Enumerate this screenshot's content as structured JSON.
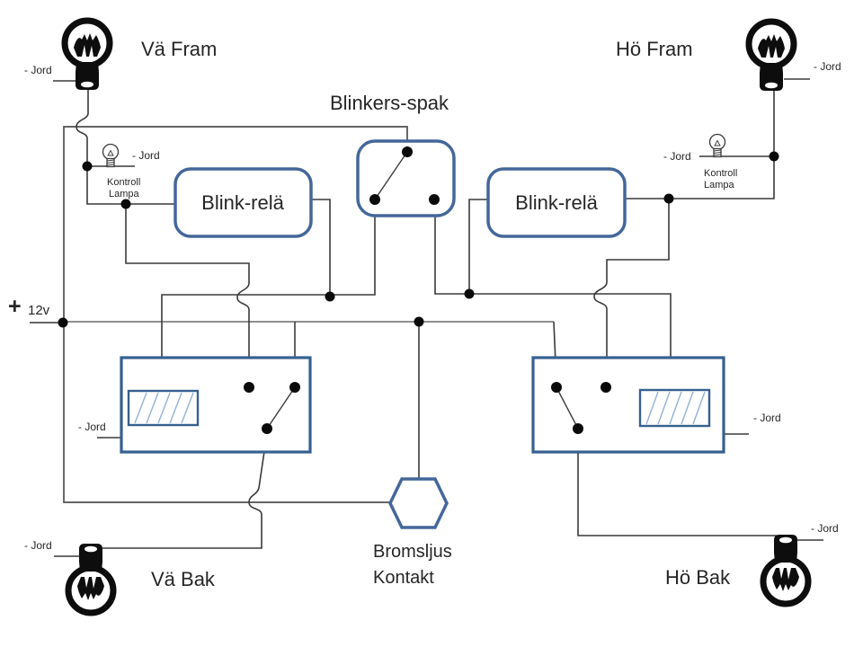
{
  "labels": {
    "va_fram": "Vä Fram",
    "ho_fram": "Hö Fram",
    "va_bak": "Vä Bak",
    "ho_bak": "Hö Bak",
    "blinkers_spak": "Blinkers-spak",
    "blink_rela": "Blink-relä",
    "bromsljus": "Bromsljus",
    "kontakt": "Kontakt",
    "kontroll": "Kontroll",
    "lampa": "Lampa",
    "jord": "- Jord",
    "plus": "+",
    "voltage": "12v"
  },
  "icons": {
    "bulb_large": "light-bulb",
    "bulb_small": "control-lamp-bulb",
    "hexagon": "brake-light-contact-switch"
  },
  "colors": {
    "wire": "#3a3a3a",
    "wire_gray": "#8f8f8f",
    "power_wire": "#4f4f4f",
    "box_border": "#44679a",
    "relay_border": "#36608f",
    "hatch_blue": "#93b1d4",
    "text": "#262626",
    "dot": "#0a0a0a",
    "bulb": "#0d0d0d"
  }
}
